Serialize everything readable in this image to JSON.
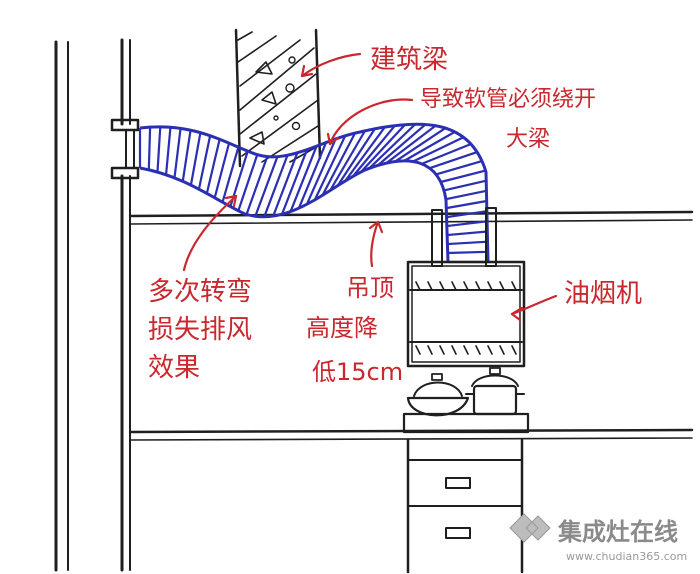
{
  "labels": {
    "beam": "建筑梁",
    "hose_cross": [
      "导致软管必须绕开",
      "大梁"
    ],
    "bends": [
      "多次转弯",
      "损失排风",
      "效果"
    ],
    "ceiling": [
      "吊顶",
      "高度降",
      "低15cm"
    ],
    "hood": "油烟机"
  },
  "watermark": {
    "brand": "集成灶在线",
    "url": "www.chudian365.com"
  },
  "colors": {
    "ink": "#1f1f1f",
    "annotation": "#c8282e",
    "hose": "#2b2fb3"
  }
}
